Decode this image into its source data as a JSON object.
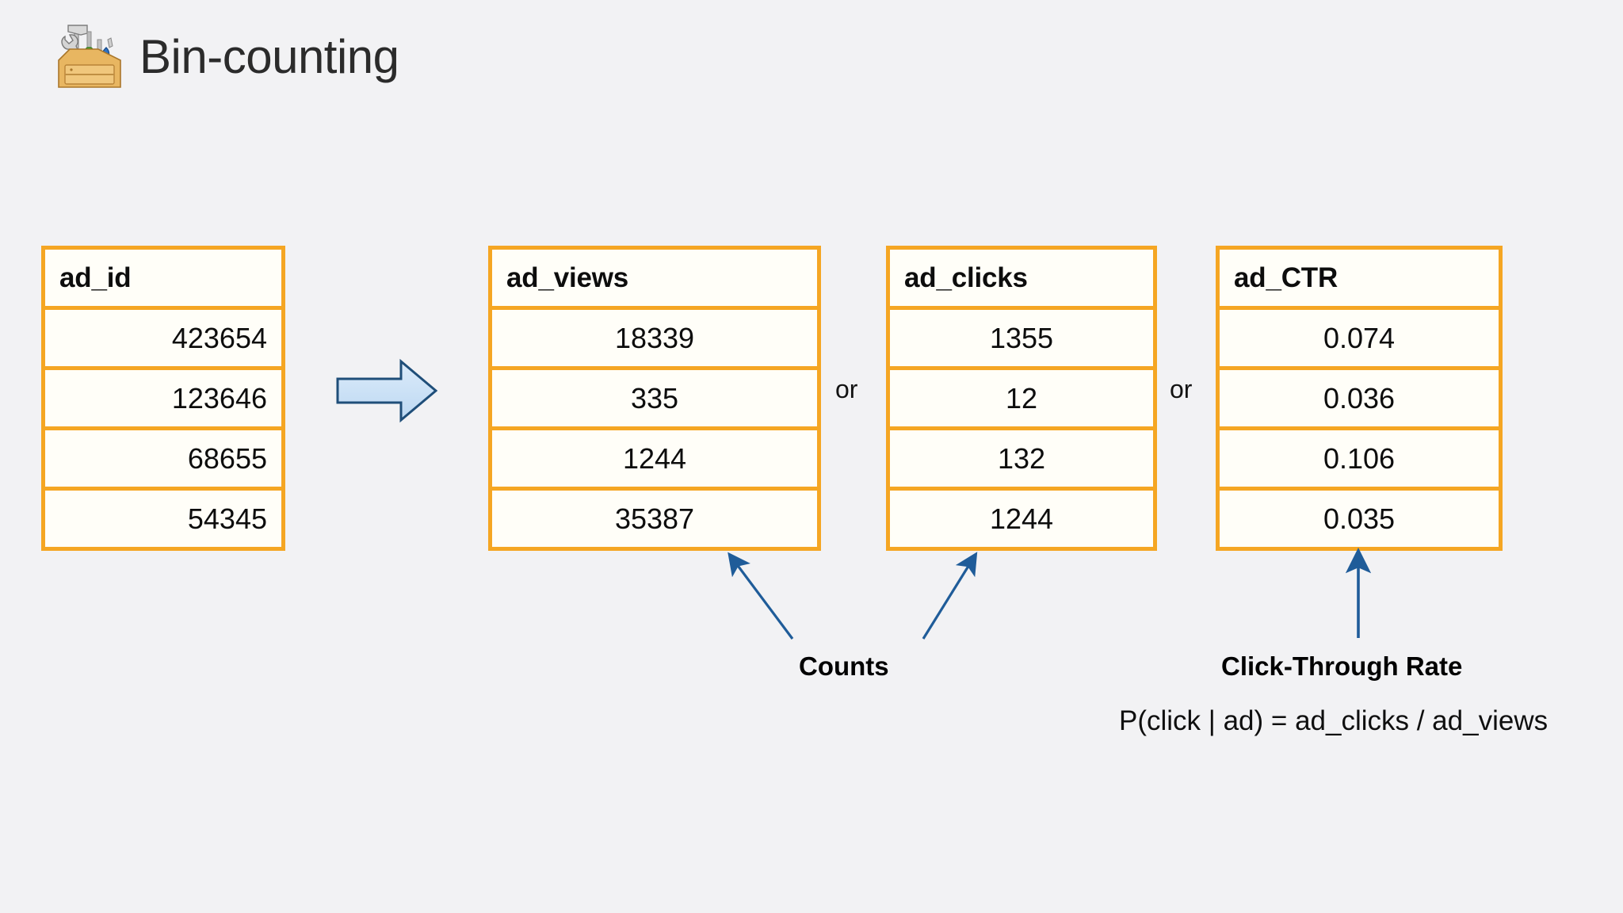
{
  "slide": {
    "title": "Bin-counting",
    "icon": "toolbox-icon"
  },
  "tables": [
    {
      "id": "ad-id",
      "header": "ad_id",
      "align": "right",
      "values": [
        "423654",
        "123646",
        "68655",
        "54345"
      ]
    },
    {
      "id": "ad-views",
      "header": "ad_views",
      "align": "center",
      "values": [
        "18339",
        "335",
        "1244",
        "35387"
      ]
    },
    {
      "id": "ad-clicks",
      "header": "ad_clicks",
      "align": "center",
      "values": [
        "1355",
        "12",
        "132",
        "1244"
      ]
    },
    {
      "id": "ad-ctr",
      "header": "ad_CTR",
      "align": "center",
      "values": [
        "0.074",
        "0.036",
        "0.106",
        "0.035"
      ]
    }
  ],
  "separators": {
    "or_1": "or",
    "or_2": "or"
  },
  "callouts": {
    "counts": "Counts",
    "ctr": "Click-Through Rate",
    "formula": "P(click | ad) = ad_clicks / ad_views"
  },
  "colors": {
    "table_border": "#f5a623",
    "cell_background": "#fffef8",
    "callout_arrow": "#1f5c99",
    "flow_arrow_fill": "#c9ddf2",
    "flow_arrow_stroke": "#1f4e79",
    "page_background": "#f2f2f4",
    "title_text": "#2b2b2b"
  }
}
